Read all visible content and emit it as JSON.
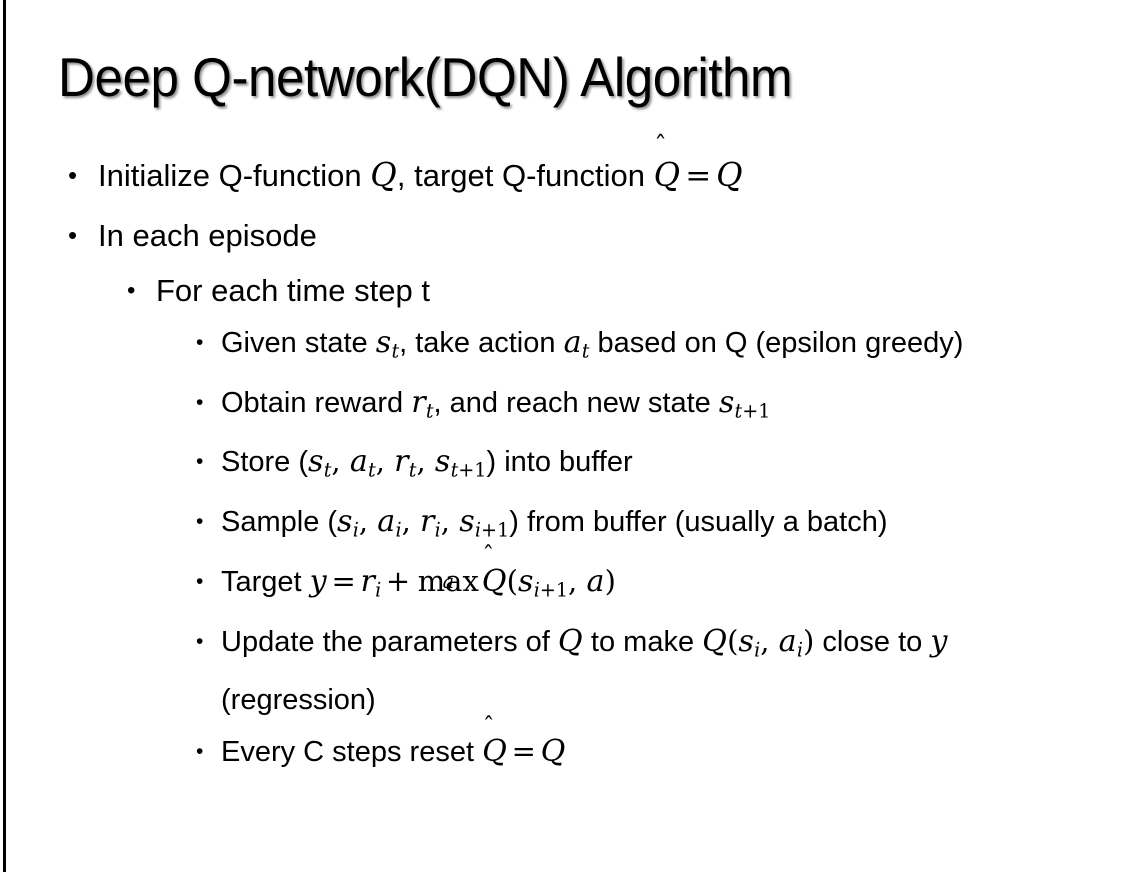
{
  "slide": {
    "title": "Deep Q-network(DQN) Algorithm",
    "background_color": "#ffffff",
    "text_color": "#000000",
    "left_rule_color": "#000000",
    "bullet_glyph": "•"
  },
  "content": {
    "b1": {
      "level": 1,
      "text_plain": "Initialize Q-function Q, target Q-function Q̂ = Q",
      "p1": "Initialize Q-function ",
      "v1": "Q",
      "p2": ", target Q-function ",
      "v2": "Q",
      "hat": "̂",
      "eq": "=",
      "v3": "Q"
    },
    "b2": {
      "level": 1,
      "text_plain": "In each episode",
      "p1": "In each episode"
    },
    "b3": {
      "level": 2,
      "text_plain": "For each time step t",
      "p1": "For each time step t"
    },
    "b4": {
      "level": 3,
      "text_plain": "Given state s_t, take action a_t based on Q (epsilon greedy)",
      "p1": "Given state ",
      "v1": "s",
      "s1": "t",
      "p2": ", take action ",
      "v2": "a",
      "s2": "t",
      "p3": " based on Q (epsilon greedy)"
    },
    "b5": {
      "level": 3,
      "text_plain": "Obtain reward r_t, and reach new state s_t+1",
      "p1": "Obtain reward ",
      "v1": "r",
      "s1": "t",
      "p2": ", and reach new state ",
      "v2": "s",
      "s2": "t",
      "s2plus": "+1"
    },
    "b6": {
      "level": 3,
      "text_plain": "Store (s_t, a_t, r_t, s_t+1) into buffer",
      "p1": "Store (",
      "v1": "s",
      "s1": "t",
      "c1": ", ",
      "v2": "a",
      "s2": "t",
      "c2": ", ",
      "v3": "r",
      "s3": "t",
      "c3": ", ",
      "v4": "s",
      "s4": "t",
      "s4plus": "+1",
      "p2": ") into buffer"
    },
    "b7": {
      "level": 3,
      "text_plain": "Sample (s_i, a_i, r_i, s_i+1) from buffer (usually a batch)",
      "p1": "Sample (",
      "v1": "s",
      "s1": "i",
      "c1": ", ",
      "v2": "a",
      "s2": "i",
      "c2": ", ",
      "v3": "r",
      "s3": "i",
      "c3": ", ",
      "v4": "s",
      "s4": "i",
      "s4plus": "+1",
      "p2": ") from buffer (usually a batch)"
    },
    "b8": {
      "level": 3,
      "text_plain": "Target y = r_i + max_a Q̂(s_i+1, a)",
      "p1": "Target ",
      "v1": "y",
      "eq": "=",
      "v2": "r",
      "s2": "i",
      "plus": "+",
      "op": "max",
      "oplimit": "a",
      "v3": "Q",
      "hat": "̂",
      "lpar": "(",
      "v4": "s",
      "s4": "i",
      "s4plus": "+1",
      "c1": ", ",
      "v5": "a",
      "rpar": ")"
    },
    "b9": {
      "level": 3,
      "text_plain": "Update the parameters of Q to make Q(s_i, a_i) close to y (regression)",
      "p1": "Update the parameters of ",
      "v1": "Q",
      "p2": " to make ",
      "v2": "Q",
      "lpar": "(",
      "v3": "s",
      "s3": "i",
      "c1": ", ",
      "v4": "a",
      "s4": "i",
      "rpar": ")",
      "p3": " close to ",
      "v5": "y",
      "p4": " (regression)"
    },
    "b10": {
      "level": 3,
      "text_plain": "Every C steps reset Q̂ = Q",
      "p1": "Every C steps reset ",
      "v1": "Q",
      "hat": "̂",
      "eq": "=",
      "v2": "Q"
    }
  }
}
